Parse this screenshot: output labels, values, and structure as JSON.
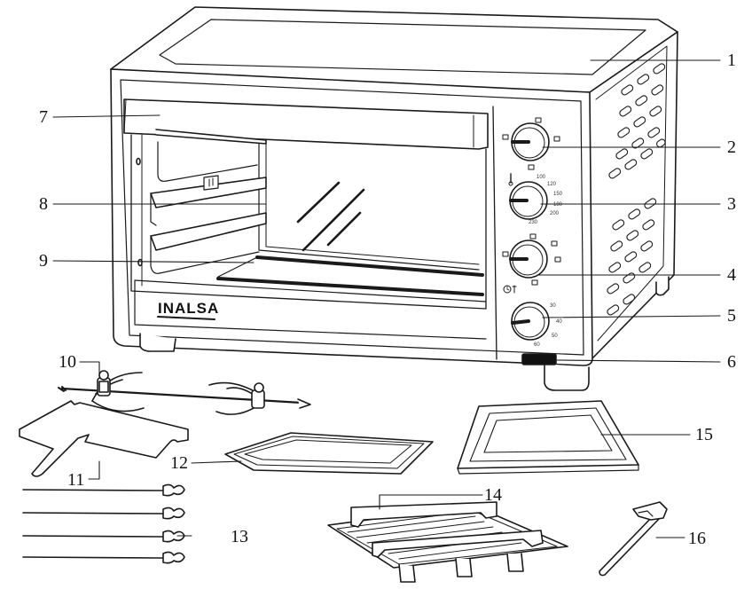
{
  "brand": "INALSA",
  "knob_scales": {
    "temperature": [
      "100",
      "120",
      "150",
      "180",
      "200",
      "230"
    ],
    "timer": [
      "30",
      "40",
      "50",
      "60"
    ]
  },
  "callouts": {
    "c1": "1",
    "c2": "2",
    "c3": "3",
    "c4": "4",
    "c5": "5",
    "c6": "6",
    "c7": "7",
    "c8": "8",
    "c9": "9",
    "c10": "10",
    "c11": "11",
    "c12": "12",
    "c13": "13",
    "c14": "14",
    "c15": "15",
    "c16": "16"
  }
}
